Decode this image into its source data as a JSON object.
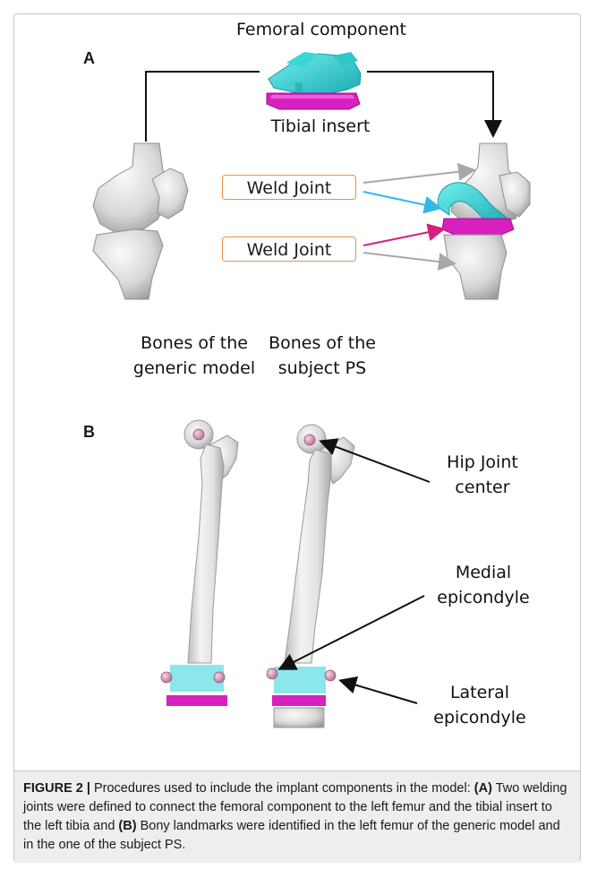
{
  "panel_a": {
    "letter": "A",
    "femoral_label": "Femoral component",
    "tibial_label": "Tibial insert",
    "weld_joint_1": "Weld Joint",
    "weld_joint_2": "Weld Joint",
    "generic_caption": [
      "Bones of the",
      "generic model"
    ],
    "subject_caption": [
      "Bones of the",
      "subject PS"
    ]
  },
  "panel_b": {
    "letter": "B",
    "hip_label": [
      "Hip Joint",
      "center"
    ],
    "medial_label": [
      "Medial",
      "epicondyle"
    ],
    "lateral_label": [
      "Lateral",
      "epicondyle"
    ]
  },
  "caption": {
    "figure_label": "FIGURE 2 |",
    "text_1": " Procedures used to include the implant components in the model: ",
    "a_label": "(A)",
    "text_2": " Two welding joints were defined to connect the femoral component to the left femur and the tibial insert to the left tibia and ",
    "b_label": "(B)",
    "text_3": " Bony landmarks were identified in the left femur of the generic model and in the one of the subject PS."
  },
  "colors": {
    "implant_cyan": "#22c8c8",
    "insert_magenta": "#d81fbf",
    "landmark_pink": "#d99ab8",
    "weld_box_border": "#e9904a",
    "arrow_blue": "#32b8e8",
    "arrow_gray": "#a8a8a8"
  }
}
